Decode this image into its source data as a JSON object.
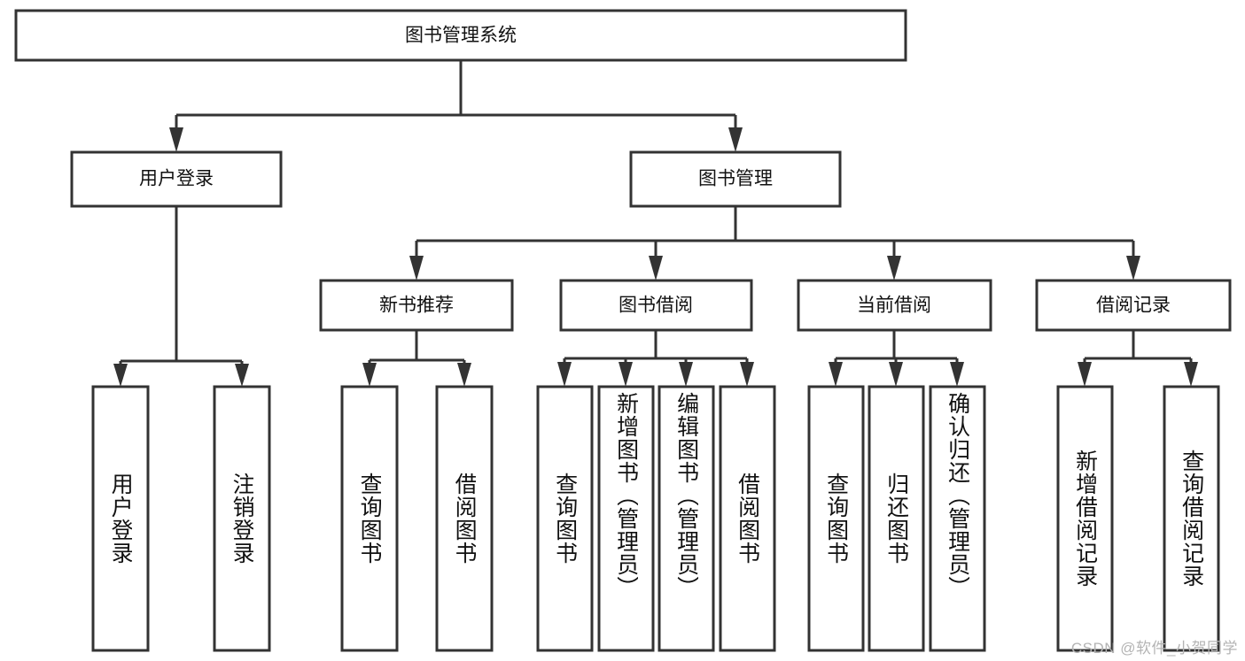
{
  "diagram": {
    "type": "tree-hierarchy-chart",
    "title_text": "图书管理系统",
    "orientation": "top-down",
    "colors": {
      "box_stroke": "#333333",
      "box_fill": "#ffffff",
      "connector": "#333333",
      "text": "#111111",
      "watermark": "#b4b4b4"
    },
    "root": {
      "label": "图书管理系统"
    },
    "level1": [
      {
        "label": "用户登录"
      },
      {
        "label": "图书管理"
      }
    ],
    "level2": [
      {
        "label": "新书推荐"
      },
      {
        "label": "图书借阅"
      },
      {
        "label": "当前借阅"
      },
      {
        "label": "借阅记录"
      }
    ],
    "leaves": {
      "user_login": [
        {
          "label": "用户登录"
        },
        {
          "label": "注销登录"
        }
      ],
      "new_book_recommend": [
        {
          "label": "查询图书"
        },
        {
          "label": "借阅图书"
        }
      ],
      "book_borrow": [
        {
          "label": "查询图书"
        },
        {
          "label": "新增图书（管理员）"
        },
        {
          "label": "编辑图书（管理员）"
        },
        {
          "label": "借阅图书"
        }
      ],
      "current_borrow": [
        {
          "label": "查询图书"
        },
        {
          "label": "归还图书"
        },
        {
          "label": "确认归还（管理员）"
        }
      ],
      "borrow_record": [
        {
          "label": "新增借阅记录"
        },
        {
          "label": "查询借阅记录"
        }
      ]
    },
    "watermark": "CSDN @软件_小贺同学"
  }
}
